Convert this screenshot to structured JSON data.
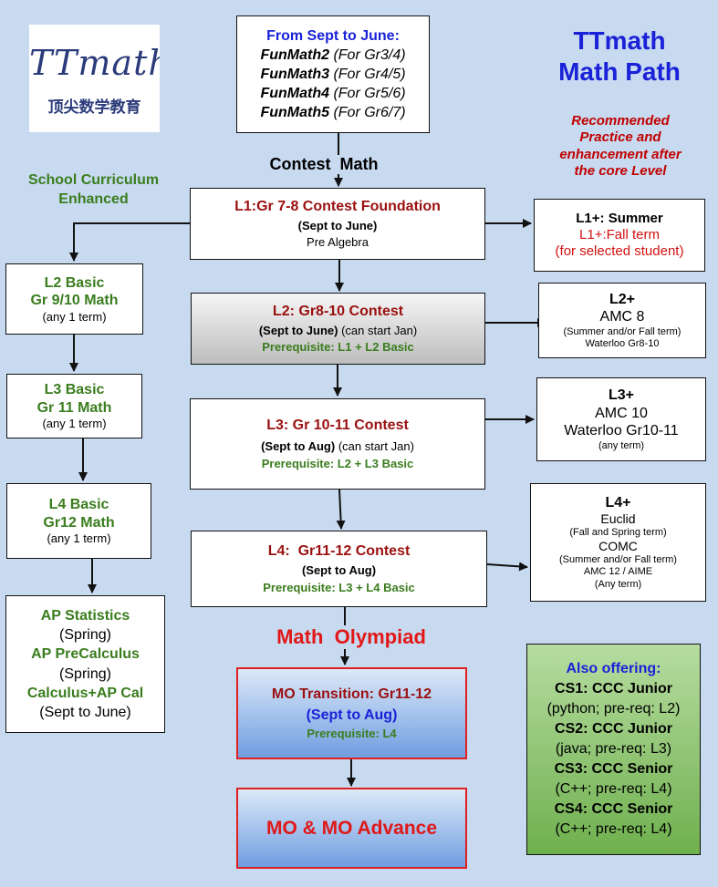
{
  "logo": {
    "script_text": "TTmath",
    "chinese_text": "顶尖数学教育"
  },
  "title": {
    "line1": "TTmath",
    "line2": "Math Path"
  },
  "recommended_note": {
    "line1": "Recommended",
    "line2": "Practice and",
    "line3": "enhancement after",
    "line4": "the core Level"
  },
  "school_label": {
    "line1": "School  Curriculum",
    "line2": "Enhanced"
  },
  "contest_math_label": "Contest  Math",
  "math_olympiad_label": "Math  Olympiad",
  "funmath_box": {
    "header": "From Sept to June:",
    "items": [
      {
        "name": "FunMath2",
        "grade": "(For Gr3/4)"
      },
      {
        "name": "FunMath3",
        "grade": "(For Gr4/5)"
      },
      {
        "name": "FunMath4",
        "grade": "(For Gr5/6)"
      },
      {
        "name": "FunMath5",
        "grade": "(For Gr6/7)"
      }
    ]
  },
  "l1": {
    "title": "L1:Gr 7-8 Contest Foundation",
    "schedule": "(Sept to June)",
    "topic": "Pre Algebra"
  },
  "l2": {
    "title": "L2: Gr8-10 Contest",
    "schedule_bold": "(Sept to June)",
    "schedule_extra": " (can start Jan)",
    "prereq": "Prerequisite: L1 + L2 Basic"
  },
  "l3": {
    "title": "L3: Gr 10-11 Contest",
    "schedule_bold": "(Sept to Aug)",
    "schedule_extra": " (can start Jan)",
    "prereq": "Prerequisite: L2 + L3 Basic"
  },
  "l4": {
    "title": "L4:  Gr11-12 Contest",
    "schedule": "(Sept to Aug)",
    "prereq": "Prerequisite: L3 + L4 Basic"
  },
  "mo_transition": {
    "title": "MO Transition: Gr11-12",
    "schedule": "(Sept to Aug)",
    "prereq": "Prerequisite: L4"
  },
  "mo_advance": {
    "title": "MO & MO Advance"
  },
  "l2_basic": {
    "line1": "L2 Basic",
    "line2": "Gr 9/10 Math",
    "line3": "(any 1 term)"
  },
  "l3_basic": {
    "line1": "L3 Basic",
    "line2": "Gr 11 Math",
    "line3": "(any 1 term)"
  },
  "l4_basic": {
    "line1": "L4 Basic",
    "line2": "Gr12 Math",
    "line3": "(any 1 term)"
  },
  "ap_box": {
    "line1": "AP Statistics",
    "line2": "(Spring)",
    "line3": "AP PreCalculus",
    "line4": "(Spring)",
    "line5": "Calculus+AP Cal",
    "line6": "(Sept to June)"
  },
  "l1_plus": {
    "line1": "L1+: Summer",
    "line2": "L1+:Fall term",
    "line3": "(for selected student)"
  },
  "l2_plus": {
    "line1": "L2+",
    "line2": "AMC 8",
    "line3": "(Summer and/or Fall term)",
    "line4": "Waterloo Gr8-10"
  },
  "l3_plus": {
    "line1": "L3+",
    "line2": "AMC 10",
    "line3": "Waterloo Gr10-11",
    "line4": "(any term)"
  },
  "l4_plus": {
    "line1": "L4+",
    "line2": "Euclid",
    "line3": "(Fall and Spring term)",
    "line4": "COMC",
    "line5": "(Summer and/or Fall term)",
    "line6": "AMC 12 / AIME",
    "line7": "(Any term)"
  },
  "also_offering": {
    "header": "Also offering:",
    "cs1": "CS1: CCC Junior",
    "cs1_note": "(python; pre-req: L2)",
    "cs2": "CS2: CCC Junior",
    "cs2_note": "(java; pre-req: L3)",
    "cs3": "CS3: CCC Senior",
    "cs3_note": "(C++; pre-req: L4)",
    "cs4": "CS4: CCC Senior",
    "cs4_note": "(C++; pre-req: L4)"
  },
  "colors": {
    "background": "#c8daf0",
    "green": "#3a7d1e",
    "dark_red": "#9b1010",
    "red": "#d21010",
    "blue": "#1a22d8",
    "logo_navy": "#2b3a7a"
  }
}
